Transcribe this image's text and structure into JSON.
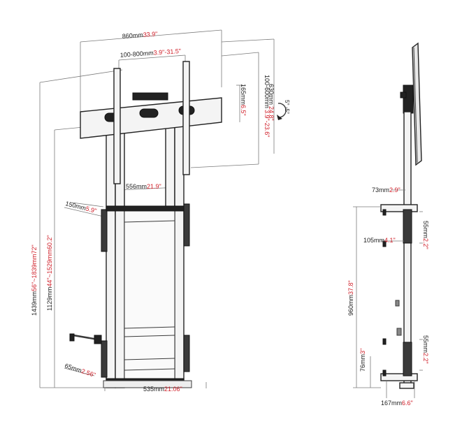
{
  "colors": {
    "line": "#3a3a3a",
    "accent_red": "#d0202a",
    "background": "#ffffff"
  },
  "front_view": {
    "overall_width": {
      "metric": "860mm",
      "imperial": "33.9\""
    },
    "vesa_width": {
      "metric": "100-800mm",
      "imperial": "3.9\"-31.5\""
    },
    "vesa_height": {
      "metric": "100-600mm",
      "imperial": "3.9\"-23.6\""
    },
    "bracket_height": {
      "metric": "165mm",
      "imperial": "6.5\""
    },
    "total_height": {
      "metric": "630mm",
      "imperial": "24.8\""
    },
    "tilt": "5°   -5°",
    "pole_spacing": {
      "metric": "556mm",
      "imperial": "21.9\""
    },
    "column_height": {
      "metric": "1439mm",
      "imperial": "56\"~1839mm72\""
    },
    "lift_height": {
      "metric": "1129mm",
      "imperial": "44\"~1529mm60.2\""
    },
    "clamp_depth": {
      "metric": "150mm",
      "imperial": "5.9\""
    },
    "foot_depth": {
      "metric": "65mm",
      "imperial": "2.56\""
    },
    "base_width": {
      "metric": "535mm",
      "imperial": "21.06\""
    }
  },
  "side_view": {
    "top_offset": {
      "metric": "73mm",
      "imperial": "2.9\""
    },
    "clamp_height_top": {
      "metric": "55mm",
      "imperial": "2.2\""
    },
    "bracket_depth": {
      "metric": "105mm",
      "imperial": "4.1\""
    },
    "frame_height": {
      "metric": "960mm",
      "imperial": "37.8\""
    },
    "clamp_height_bottom": {
      "metric": "55mm",
      "imperial": "2.2\""
    },
    "bottom_offset": {
      "metric": "76mm",
      "imperial": "3\""
    },
    "base_depth": {
      "metric": "167mm",
      "imperial": "6.6\""
    }
  }
}
